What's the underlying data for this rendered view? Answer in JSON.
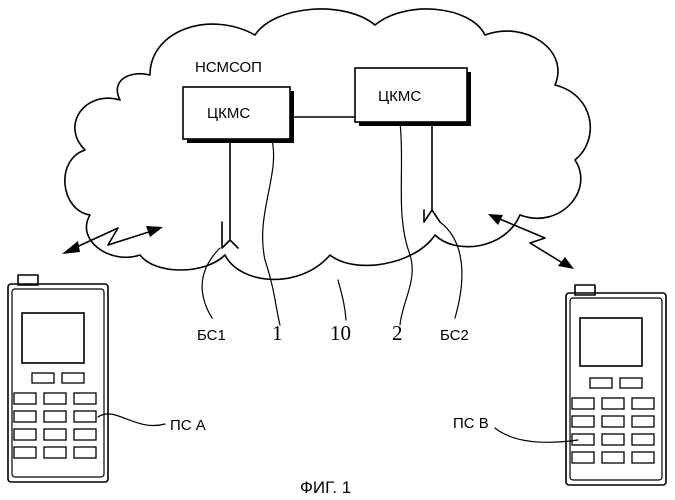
{
  "network_label": "НСМСОП",
  "msc1_label": "ЦКМС",
  "msc2_label": "ЦКМС",
  "bs1_label": "БС1",
  "bs2_label": "БС2",
  "ref_1": "1",
  "ref_10": "10",
  "ref_2": "2",
  "ms_a_label": "ПС А",
  "ms_b_label": "ПС В",
  "caption": "ФИГ. 1"
}
